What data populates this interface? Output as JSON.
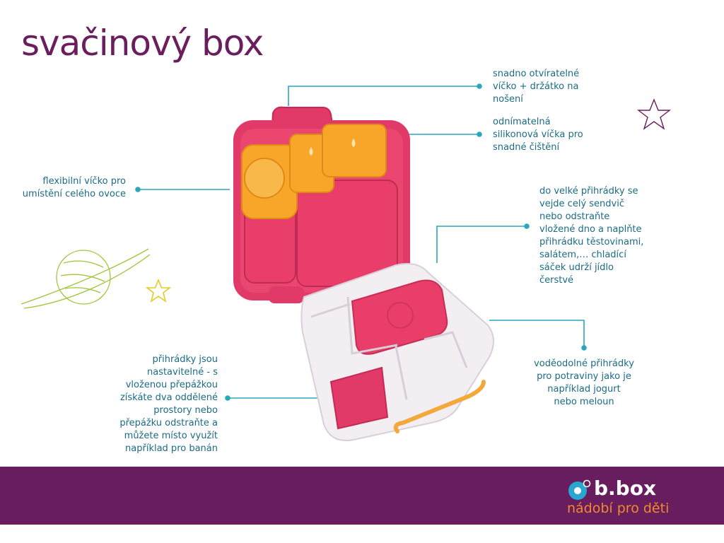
{
  "title": "svačinový box",
  "callouts": {
    "lid": [
      "snadno otvíratelné",
      "víčko + držátko na",
      "nošení"
    ],
    "silicone": [
      "odnímatelná",
      "silikonová víčka pro",
      "snadné čištění"
    ],
    "flexible": [
      "flexibilní víčko pro",
      "umístění celého ovoce"
    ],
    "big_compartment": [
      "do velké přihrádky se",
      "vejde celý sendvič",
      "nebo odstraňte",
      "vložené dno a naplňte",
      "přihrádku těstovinami,",
      "salátem,… chladící",
      "sáček udrží jídlo",
      "čerstvé"
    ],
    "adjustable": [
      "přihrádky jsou",
      "nastavitelné - s",
      "vloženou přepážkou",
      "získáte dva oddělené",
      "prostory nebo",
      "přepážku odstraňte a",
      "můžete místo využít",
      "například pro banán"
    ],
    "watertight": [
      "voděodolné přihrádky",
      "pro potraviny jako je",
      "například jogurt",
      "nebo meloun"
    ]
  },
  "brand": {
    "name": "b.box",
    "tagline": "nádobí pro děti"
  },
  "colors": {
    "title": "#6a1e5d",
    "callout_text": "#1b6b86",
    "leader_line": "#2aa6bd",
    "footer": "#671d5e",
    "brand_tagline": "#f08a2a",
    "box_pink": "#e8335f",
    "box_orange": "#f5a623"
  },
  "icons": [
    "star-outline-icon",
    "star-yellow-icon",
    "planet-doodle-icon",
    "bbox-logo-icon"
  ]
}
